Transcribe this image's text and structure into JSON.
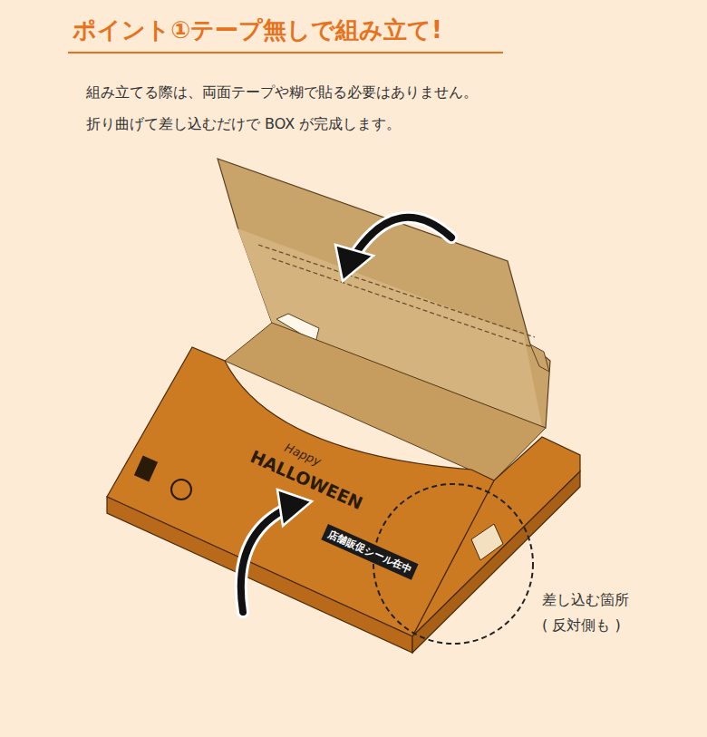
{
  "diagram": {
    "title": "ポイント①テープ無しで組み立て!",
    "labels": [
      "組み立てる際は、両面テープや糊で貼る必要はありません。",
      "折り曲げて差し込むだけで BOX が完成します。",
      "Happy",
      "HALLOWEEN",
      "店舗販促シール在中",
      "差し込む箇所",
      "( 反対側も )"
    ]
  }
}
